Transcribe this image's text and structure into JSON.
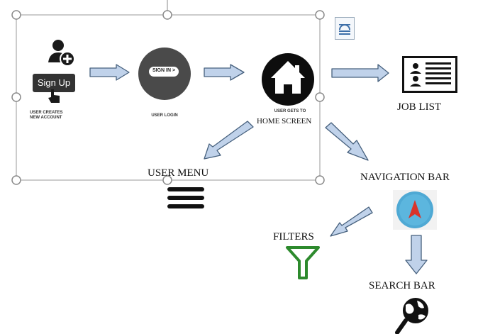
{
  "diagram": {
    "nodes": {
      "signup": {
        "button_text": "Sign Up",
        "caption_line1": "USER CREATES",
        "caption_line2": "NEW ACCOUNT"
      },
      "login": {
        "button_text": "SIGN IN >",
        "caption": "USER LOGIN"
      },
      "home": {
        "caption_small": "USER GETS TO",
        "label": "HOME SCREEN"
      },
      "job_list": {
        "label": "JOB LIST"
      },
      "user_menu": {
        "label": "USER MENU"
      },
      "navigation_bar": {
        "label": "NAVIGATION BAR"
      },
      "filters": {
        "label": "FILTERS"
      },
      "search_bar": {
        "label": "SEARCH BAR"
      }
    },
    "colors": {
      "arrow_fill": "#c0d2ea",
      "arrow_stroke": "#46607d",
      "selection_handle": "#8a8a8a",
      "filter_icon": "#2d8a2d",
      "nav_circle": "#4fa9d4",
      "nav_pointer": "#d9342b"
    },
    "icons": [
      "add-user-icon",
      "sign-in-button-icon",
      "home-icon",
      "contact-list-icon",
      "hamburger-menu-icon",
      "compass-icon",
      "filter-funnel-icon",
      "magnifier-globe-icon",
      "layout-options-icon"
    ]
  }
}
